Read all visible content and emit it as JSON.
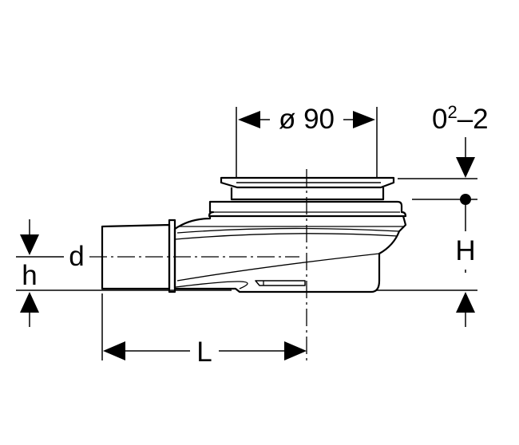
{
  "labels": {
    "diameter": "ø 90",
    "height_range_base": "0",
    "height_range_sup": "2",
    "height_range_rest": "–2",
    "H": "H",
    "d": "d",
    "h": "h",
    "L": "L"
  }
}
